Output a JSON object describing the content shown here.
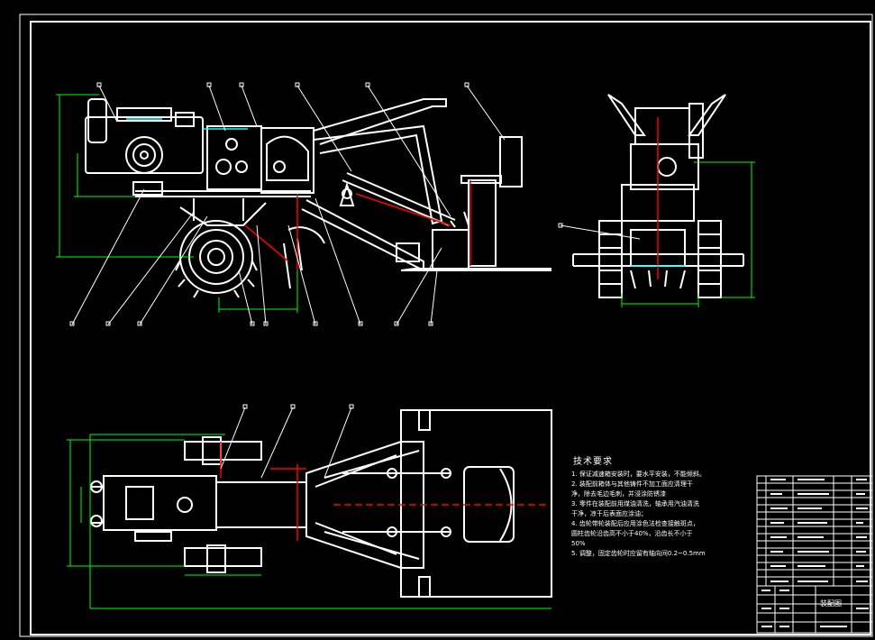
{
  "drawing": {
    "background": "#000000",
    "line_color": "#ffffff",
    "dimension_color": "#00ff00",
    "centerline_color": "#ff0000",
    "highlight_color": "#00ffff",
    "title_block_label": "装配图"
  },
  "tech_requirements": {
    "heading": "技术要求",
    "lines": [
      "1. 保证减速箱安装时，要水平安装，不能倾斜。",
      "2. 装配前箱体与其他铸件不加工面应清理干",
      "净，除去毛边毛刺，并浸涂防锈漆",
      "3. 零件在装配前用煤油清洗，轴承用汽油清洗",
      "干净，凉干后表面应涂油；",
      "4. 齿轮带轮装配后应用涂色法检查接触斑点，",
      "圆柱齿轮沿齿高不小于40%，沿齿长不小于",
      "50%",
      "5. 调整，固定齿轮时应留有轴向间0.2~0.5mm"
    ]
  }
}
